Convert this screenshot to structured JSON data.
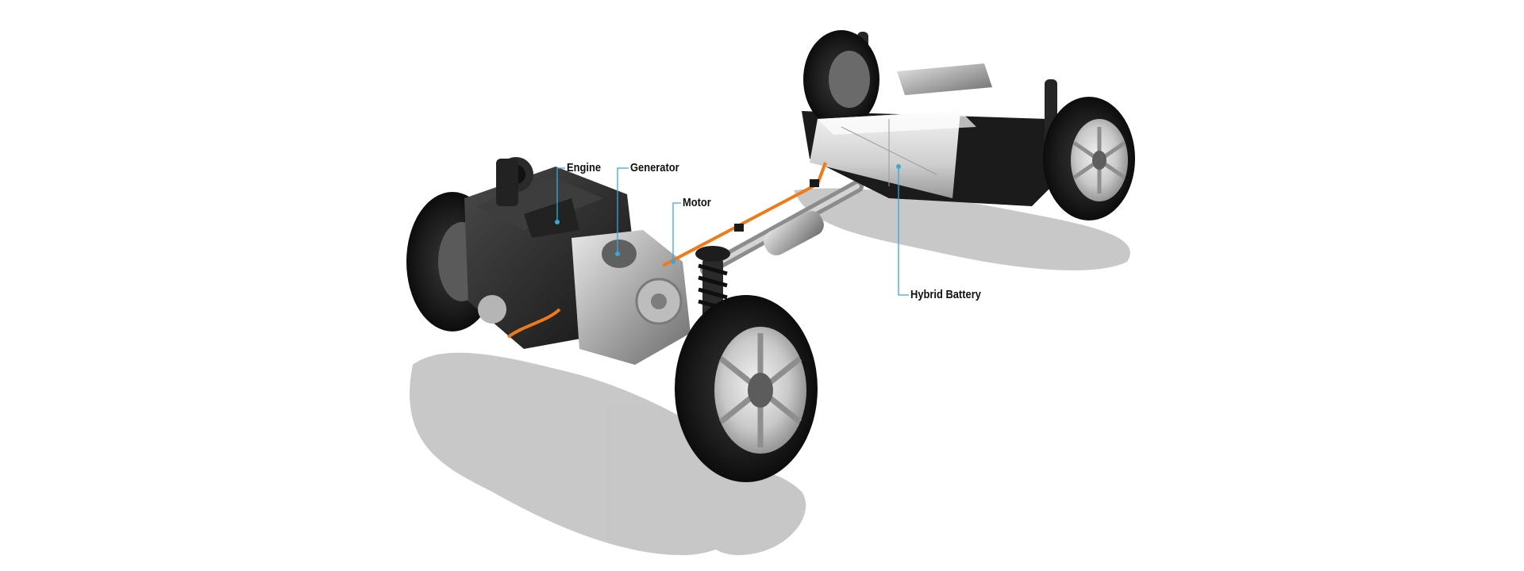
{
  "diagram": {
    "subject": "hybrid-drivetrain-chassis",
    "labels": {
      "engine": "Engine",
      "generator": "Generator",
      "motor": "Motor",
      "hybrid_battery": "Hybrid Battery"
    },
    "leader_color": "#3aa7d8",
    "cable_color": "#f07a1a"
  }
}
